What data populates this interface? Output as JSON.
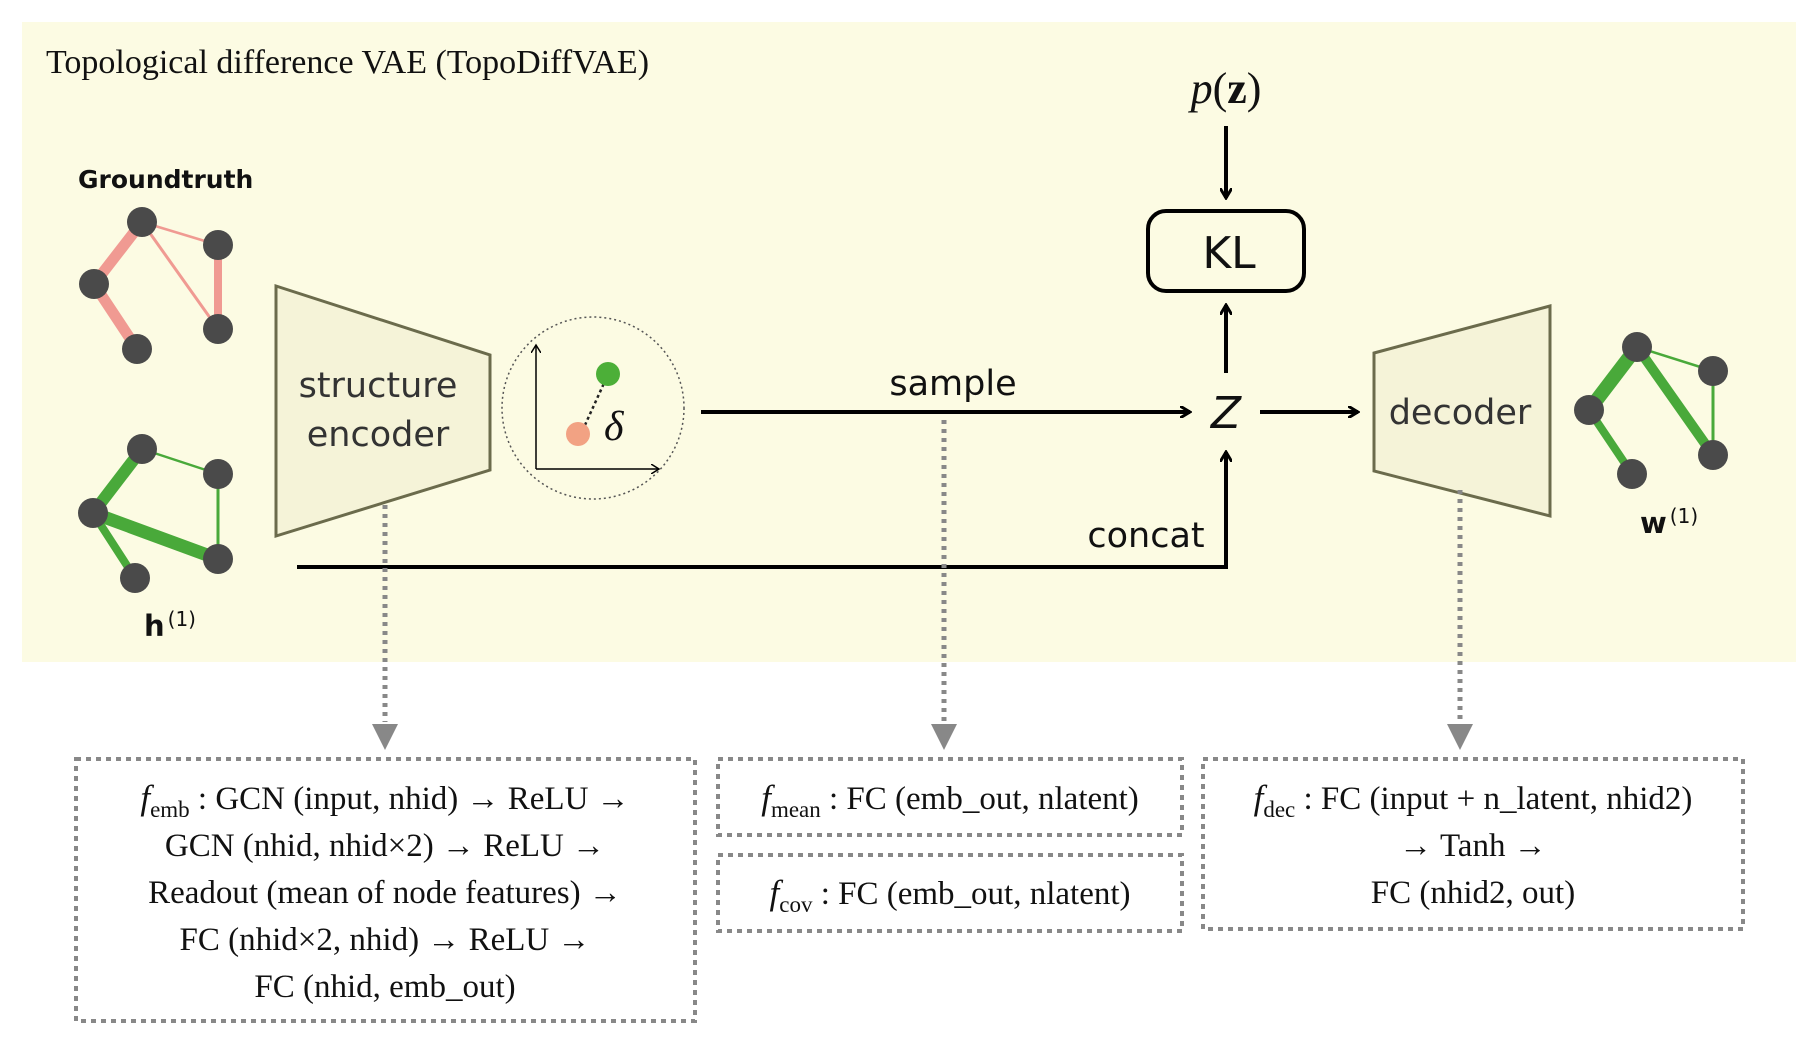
{
  "title": "Topological difference VAE (TopoDiffVAE)",
  "groundtruth_label": "Groundtruth",
  "h_label": {
    "base": "h",
    "sup": "(1)"
  },
  "w_label": {
    "base": "w",
    "sup": "(1)"
  },
  "encoder": {
    "line1": "structure",
    "line2": "encoder"
  },
  "delta_symbol": "δ",
  "sample_label": "sample",
  "concat_label": "concat",
  "z_symbol": "Z",
  "kl_label": "KL",
  "prior_label": {
    "p": "p",
    "open": "(",
    "z": "z",
    "close": ")"
  },
  "decoder_label": "decoder",
  "boxes": {
    "emb": {
      "fname": "f",
      "sub": "emb",
      "lines": [
        " : GCN (input, nhid)  → ReLU →",
        "GCN (nhid, nhid×2) → ReLU →",
        "Readout (mean of node features) →",
        "FC (nhid×2, nhid) → ReLU →",
        "FC (nhid, emb_out)"
      ]
    },
    "mean": {
      "fname": "f",
      "sub": "mean",
      "text": " : FC (emb_out, nlatent)"
    },
    "cov": {
      "fname": "f",
      "sub": "cov",
      "text": " : FC (emb_out, nlatent)"
    },
    "dec": {
      "fname": "f",
      "sub": "dec",
      "lines": [
        " : FC (input + n_latent, nhid2)",
        "→ Tanh →",
        "FC (nhid2,  out)"
      ]
    }
  },
  "colors": {
    "background_panel": "#fcfbe3",
    "trapezoid_fill": "#f5f3d8",
    "trapezoid_stroke": "#6b6b4c",
    "groundtruth_edge": "#f09a92",
    "h_edge": "#49a93a",
    "node": "#4a4a4a",
    "delta_green": "#4caf38",
    "delta_orange": "#f2a283",
    "dotted_arrow": "#888888"
  }
}
